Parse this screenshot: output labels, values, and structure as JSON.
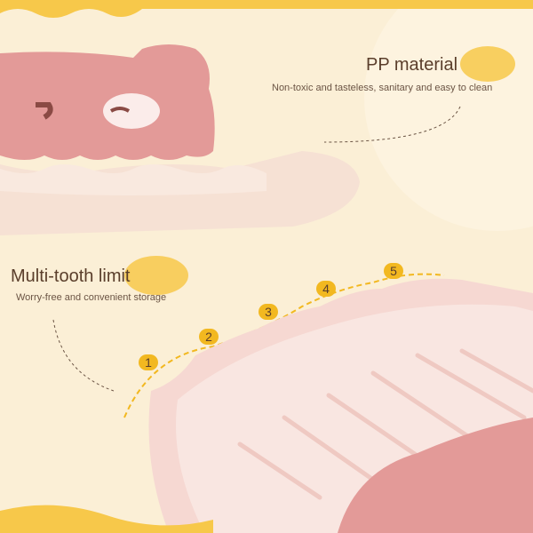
{
  "feature_1": {
    "title": "PP material",
    "description": "Non-toxic and tasteless, sanitary and easy to clean"
  },
  "feature_2": {
    "title": "Multi-tooth limit",
    "description": "Worry-free and convenient storage"
  },
  "tooth_numbers": [
    "1",
    "2",
    "3",
    "4",
    "5"
  ],
  "colors": {
    "background": "#fbefd6",
    "accent": "#f2b820",
    "product_pink": "#e39a98",
    "tray": "#f6d8d2"
  }
}
